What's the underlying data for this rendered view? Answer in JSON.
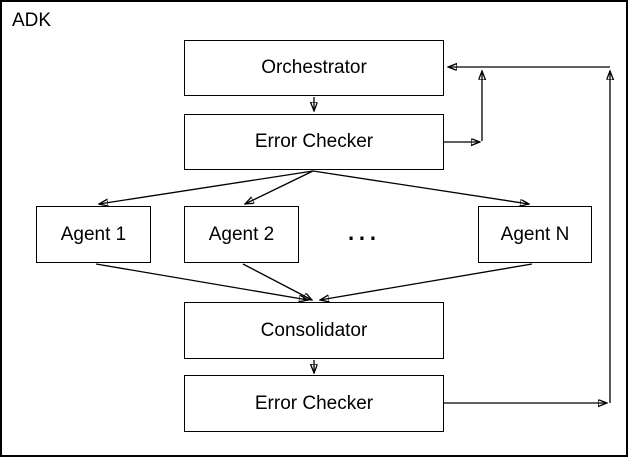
{
  "diagram": {
    "title": "ADK",
    "nodes": [
      {
        "id": "orchestrator",
        "label": "Orchestrator"
      },
      {
        "id": "error-checker-top",
        "label": "Error Checker"
      },
      {
        "id": "agent-1",
        "label": "Agent 1"
      },
      {
        "id": "agent-2",
        "label": "Agent 2"
      },
      {
        "id": "agent-n",
        "label": "Agent N"
      },
      {
        "id": "consolidator",
        "label": "Consolidator"
      },
      {
        "id": "error-checker-bottom",
        "label": "Error Checker"
      }
    ],
    "agents_ellipsis": "...",
    "edges": [
      {
        "from": "orchestrator",
        "to": "error-checker-top",
        "type": "flow"
      },
      {
        "from": "error-checker-top",
        "to": "agent-1",
        "type": "fan-out"
      },
      {
        "from": "error-checker-top",
        "to": "agent-2",
        "type": "fan-out"
      },
      {
        "from": "error-checker-top",
        "to": "agent-n",
        "type": "fan-out"
      },
      {
        "from": "agent-1",
        "to": "consolidator",
        "type": "fan-in"
      },
      {
        "from": "agent-2",
        "to": "consolidator",
        "type": "fan-in"
      },
      {
        "from": "agent-n",
        "to": "consolidator",
        "type": "fan-in"
      },
      {
        "from": "consolidator",
        "to": "error-checker-bottom",
        "type": "flow"
      },
      {
        "from": "error-checker-top",
        "to": "orchestrator",
        "type": "feedback"
      },
      {
        "from": "error-checker-bottom",
        "to": "orchestrator",
        "type": "feedback"
      }
    ],
    "colors": {
      "stroke": "#000000",
      "background": "#ffffff",
      "text": "#000000"
    }
  }
}
